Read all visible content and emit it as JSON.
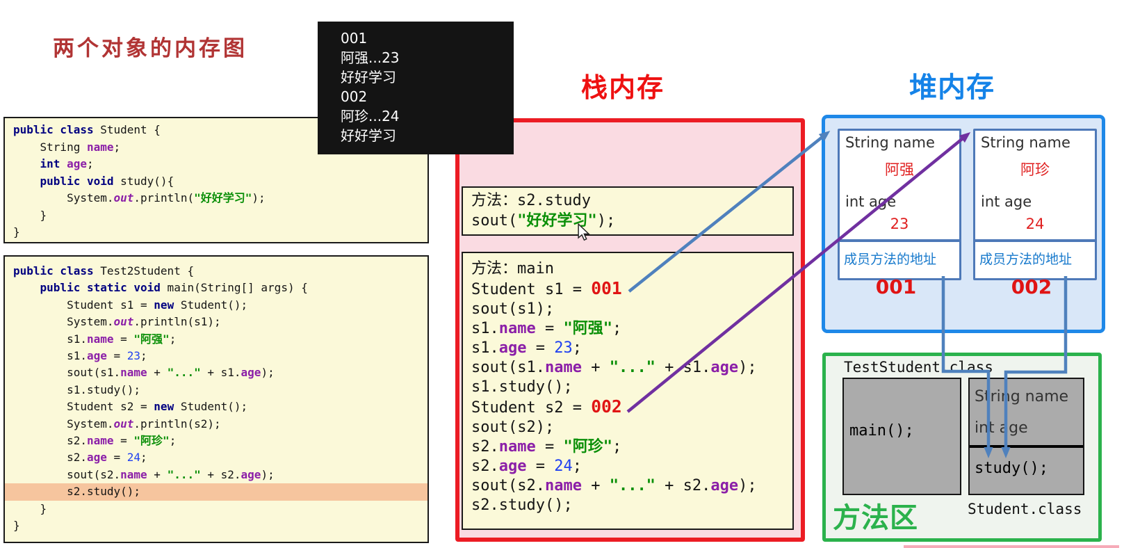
{
  "page_title": "两个对象的内存图",
  "colors": {
    "title_red": "#B13434",
    "stack_red": "#EC1C24",
    "heap_blue": "#1E88E8",
    "method_green": "#2BB24C",
    "arrow_steel": "#4F81BD",
    "arrow_purple": "#7030A0",
    "ref_red": "#E01414",
    "highlight_line": "#F6C59E",
    "code_bg": "#FBF9D9"
  },
  "console": {
    "lines": [
      "001",
      "阿强...23",
      "好好学习",
      "002",
      "阿珍...24",
      "好好学习"
    ]
  },
  "code_boxes": {
    "student": {
      "lines": [
        {
          "segs": [
            [
              "kw",
              "public class"
            ],
            [
              "pl",
              " Student {"
            ]
          ]
        },
        {
          "segs": [
            [
              "pl",
              "    String "
            ],
            [
              "fld",
              "name"
            ],
            [
              "pl",
              ";"
            ]
          ]
        },
        {
          "segs": [
            [
              "pl",
              "    "
            ],
            [
              "kw",
              "int"
            ],
            [
              "pl",
              " "
            ],
            [
              "fld",
              "age"
            ],
            [
              "pl",
              ";"
            ]
          ]
        },
        {
          "segs": [
            [
              "pl",
              "    "
            ],
            [
              "kw",
              "public void"
            ],
            [
              "pl",
              " study(){"
            ]
          ]
        },
        {
          "segs": [
            [
              "pl",
              "        System."
            ],
            [
              "out",
              "out"
            ],
            [
              "pl",
              ".println("
            ],
            [
              "str",
              "\"好好学习\""
            ],
            [
              "pl",
              ");"
            ]
          ]
        },
        {
          "segs": [
            [
              "pl",
              "    }"
            ]
          ]
        },
        {
          "segs": [
            [
              "pl",
              "}"
            ]
          ]
        }
      ]
    },
    "test2student": {
      "lines": [
        {
          "segs": [
            [
              "kw",
              "public class"
            ],
            [
              "pl",
              " Test2Student {"
            ]
          ]
        },
        {
          "segs": [
            [
              "pl",
              "    "
            ],
            [
              "kw",
              "public static void"
            ],
            [
              "pl",
              " main(String[] args) {"
            ]
          ]
        },
        {
          "segs": [
            [
              "pl",
              "        Student s1 = "
            ],
            [
              "kw",
              "new"
            ],
            [
              "pl",
              " Student();"
            ]
          ]
        },
        {
          "segs": [
            [
              "pl",
              "        System."
            ],
            [
              "out",
              "out"
            ],
            [
              "pl",
              ".println(s1);"
            ]
          ]
        },
        {
          "segs": [
            [
              "pl",
              "        s1."
            ],
            [
              "fld",
              "name"
            ],
            [
              "pl",
              " = "
            ],
            [
              "str",
              "\"阿强\""
            ],
            [
              "pl",
              ";"
            ]
          ]
        },
        {
          "segs": [
            [
              "pl",
              "        s1."
            ],
            [
              "fld",
              "age"
            ],
            [
              "pl",
              " = "
            ],
            [
              "num",
              "23"
            ],
            [
              "pl",
              ";"
            ]
          ]
        },
        {
          "segs": [
            [
              "pl",
              "        sout(s1."
            ],
            [
              "fld",
              "name"
            ],
            [
              "pl",
              " + "
            ],
            [
              "str",
              "\"...\""
            ],
            [
              "pl",
              " + s1."
            ],
            [
              "fld",
              "age"
            ],
            [
              "pl",
              ");"
            ]
          ]
        },
        {
          "segs": [
            [
              "pl",
              "        s1.study();"
            ]
          ]
        },
        {
          "segs": [
            [
              "pl",
              "        Student s2 = "
            ],
            [
              "kw",
              "new"
            ],
            [
              "pl",
              " Student();"
            ]
          ]
        },
        {
          "segs": [
            [
              "pl",
              "        System."
            ],
            [
              "out",
              "out"
            ],
            [
              "pl",
              ".println(s2);"
            ]
          ]
        },
        {
          "segs": [
            [
              "pl",
              "        s2."
            ],
            [
              "fld",
              "name"
            ],
            [
              "pl",
              " = "
            ],
            [
              "str",
              "\"阿珍\""
            ],
            [
              "pl",
              ";"
            ]
          ]
        },
        {
          "segs": [
            [
              "pl",
              "        s2."
            ],
            [
              "fld",
              "age"
            ],
            [
              "pl",
              " = "
            ],
            [
              "num",
              "24"
            ],
            [
              "pl",
              ";"
            ]
          ]
        },
        {
          "segs": [
            [
              "pl",
              "        sout(s2."
            ],
            [
              "fld",
              "name"
            ],
            [
              "pl",
              " + "
            ],
            [
              "str",
              "\"...\""
            ],
            [
              "pl",
              " + s2."
            ],
            [
              "fld",
              "age"
            ],
            [
              "pl",
              ");"
            ]
          ]
        },
        {
          "hl": true,
          "segs": [
            [
              "pl",
              "        s2.study();"
            ]
          ]
        },
        {
          "segs": [
            [
              "pl",
              "    }"
            ]
          ]
        },
        {
          "segs": [
            [
              "pl",
              "}"
            ]
          ]
        }
      ]
    }
  },
  "stack": {
    "title": "栈内存",
    "frame_study": {
      "lines": [
        {
          "segs": [
            [
              "pl",
              "方法：s2.study"
            ]
          ]
        },
        {
          "segs": [
            [
              "pl",
              "sout("
            ],
            [
              "str",
              "\"好好学习\""
            ],
            [
              "pl",
              ");"
            ]
          ]
        }
      ]
    },
    "frame_main": {
      "lines": [
        {
          "segs": [
            [
              "pl",
              "方法：main"
            ]
          ]
        },
        {
          "segs": [
            [
              "pl",
              "Student s1 = "
            ],
            [
              "ref",
              "001"
            ]
          ]
        },
        {
          "segs": [
            [
              "pl",
              "sout(s1);"
            ]
          ]
        },
        {
          "segs": [
            [
              "pl",
              "s1."
            ],
            [
              "fld",
              "name"
            ],
            [
              "pl",
              " = "
            ],
            [
              "str",
              "\"阿强\""
            ],
            [
              "pl",
              ";"
            ]
          ]
        },
        {
          "segs": [
            [
              "pl",
              "s1."
            ],
            [
              "fld",
              "age"
            ],
            [
              "pl",
              " = "
            ],
            [
              "num",
              "23"
            ],
            [
              "pl",
              ";"
            ]
          ]
        },
        {
          "segs": [
            [
              "pl",
              "sout(s1."
            ],
            [
              "fld",
              "name"
            ],
            [
              "pl",
              " + "
            ],
            [
              "str",
              "\"...\""
            ],
            [
              "pl",
              " + s1."
            ],
            [
              "fld",
              "age"
            ],
            [
              "pl",
              ");"
            ]
          ]
        },
        {
          "segs": [
            [
              "pl",
              "s1.study();"
            ]
          ]
        },
        {
          "segs": [
            [
              "pl",
              "Student s2 = "
            ],
            [
              "ref",
              "002"
            ]
          ]
        },
        {
          "segs": [
            [
              "pl",
              "sout(s2);"
            ]
          ]
        },
        {
          "segs": [
            [
              "pl",
              "s2."
            ],
            [
              "fld",
              "name"
            ],
            [
              "pl",
              " = "
            ],
            [
              "str",
              "\"阿珍\""
            ],
            [
              "pl",
              ";"
            ]
          ]
        },
        {
          "segs": [
            [
              "pl",
              "s2."
            ],
            [
              "fld",
              "age"
            ],
            [
              "pl",
              " = "
            ],
            [
              "num",
              "24"
            ],
            [
              "pl",
              ";"
            ]
          ]
        },
        {
          "segs": [
            [
              "pl",
              "sout(s2."
            ],
            [
              "fld",
              "name"
            ],
            [
              "pl",
              " + "
            ],
            [
              "str",
              "\"...\""
            ],
            [
              "pl",
              " + s2."
            ],
            [
              "fld",
              "age"
            ],
            [
              "pl",
              ");"
            ]
          ]
        },
        {
          "segs": [
            [
              "pl",
              "s2.study();"
            ]
          ]
        }
      ]
    }
  },
  "heap": {
    "title": "堆内存",
    "objects": [
      {
        "field1": "String name",
        "value1": "阿强",
        "field2": "int age",
        "value2": "23",
        "footer": "成员方法的地址",
        "address": "001"
      },
      {
        "field1": "String name",
        "value1": "阿珍",
        "field2": "int age",
        "value2": "24",
        "footer": "成员方法的地址",
        "address": "002"
      }
    ]
  },
  "method_area": {
    "test_class_label": "TestStudent.class",
    "main_cell": "main();",
    "student_fields": [
      "String name",
      "int age"
    ],
    "student_method": "study();",
    "area_label": "方法区",
    "student_class_label": "Student.class"
  }
}
